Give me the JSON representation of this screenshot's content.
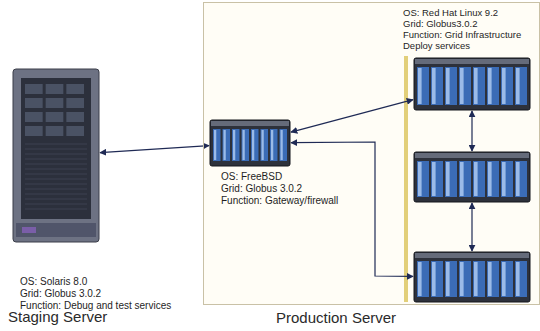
{
  "diagram": {
    "nodes": [
      {
        "text": [
          "OS: Solaris 8.0",
          "Grid: Globus 3.0.2",
          "Function: Debug and test services",
          "Staging Server"
        ]
      },
      {
        "text": [
          "Production Server"
        ]
      },
      {
        "text": [
          "OS: FreeBSD",
          "Grid: Globus 3.0.2",
          "Function: Gateway/firewall"
        ],
        "in": 1
      },
      {
        "text": [
          "OS: Red Hat Linux 9.2",
          "Grid: Globus3.0.2",
          "Function: Grid Infrastructure",
          "Deploy services"
        ],
        "in": 1
      },
      {
        "text": [],
        "in": 1
      },
      {
        "text": [],
        "in": 1
      }
    ],
    "edges": [
      {
        "from": 0,
        "to": 2,
        "arrow": "both"
      },
      {
        "from": 2,
        "to": 3,
        "arrow": "both"
      },
      {
        "from": 2,
        "to": 5,
        "arrow": "both"
      },
      {
        "from": 3,
        "to": 4,
        "arrow": "both"
      },
      {
        "from": 4,
        "to": 5,
        "arrow": "both"
      }
    ]
  }
}
